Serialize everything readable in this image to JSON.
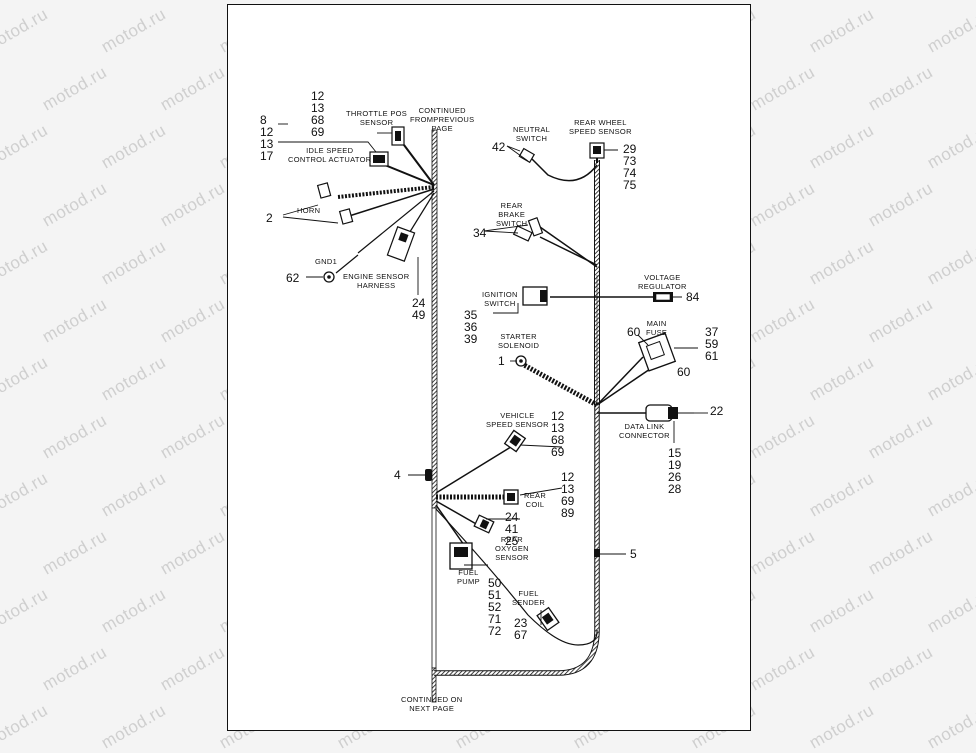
{
  "watermark": "motod.ru",
  "labels": {
    "continued_from": "CONTINUED\nFROMPREVIOUS\nPAGE",
    "continued_on": "CONTINUED ON\nNEXT PAGE",
    "throttle_pos": "THROTTLE POS\nSENSOR",
    "idle_speed": "IDLE SPEED\nCONTROL ACTUATOR",
    "horn": "HORN",
    "gnd1": "GND1",
    "engine_sensor": "ENGINE SENSOR\nHARNESS",
    "neutral_switch": "NEUTRAL\nSWITCH",
    "rear_wheel_speed": "REAR WHEEL\nSPEED SENSOR",
    "rear_brake_switch": "REAR\nBRAKE\nSWITCH",
    "ignition_switch": "IGNITION\nSWITCH",
    "voltage_regulator": "VOLTAGE\nREGULATOR",
    "starter_solenoid": "STARTER\nSOLENOID",
    "main_fuse": "MAIN\nFUSE",
    "data_link": "DATA LINK\nCONNECTOR",
    "vehicle_speed": "VEHICLE\nSPEED SENSOR",
    "rear_coil": "REAR\nCOIL",
    "rear_oxygen": "REAR\nOXYGEN\nSENSOR",
    "fuel_pump": "FUEL\nPUMP",
    "fuel_sender": "FUEL\nSENDER"
  },
  "refs": {
    "throttle_pos": "12\n13\n68\n69",
    "idle_speed": "8\n12\n13\n17",
    "horn": "2",
    "gnd1": "62",
    "engine_sensor": "24\n49",
    "neutral_switch": "42",
    "rear_wheel_speed": "29\n73\n74\n75",
    "rear_brake_switch": "34",
    "ignition_switch": "35\n36\n39",
    "voltage_regulator": "84",
    "starter_solenoid": "1",
    "main_fuse_left": "60",
    "main_fuse_right": "37\n59\n61",
    "main_fuse_bottom": "60",
    "data_link_right": "22",
    "data_link_bottom": "15\n19\n26\n28",
    "vehicle_speed": "12\n13\n68\n69",
    "clip_4": "4",
    "rear_coil": "12\n13\n69\n89",
    "rear_oxygen": "24\n41\n25",
    "fuel_pump": "50\n51\n52\n71\n72",
    "fuel_sender": "23\n67",
    "clip_5": "5"
  }
}
